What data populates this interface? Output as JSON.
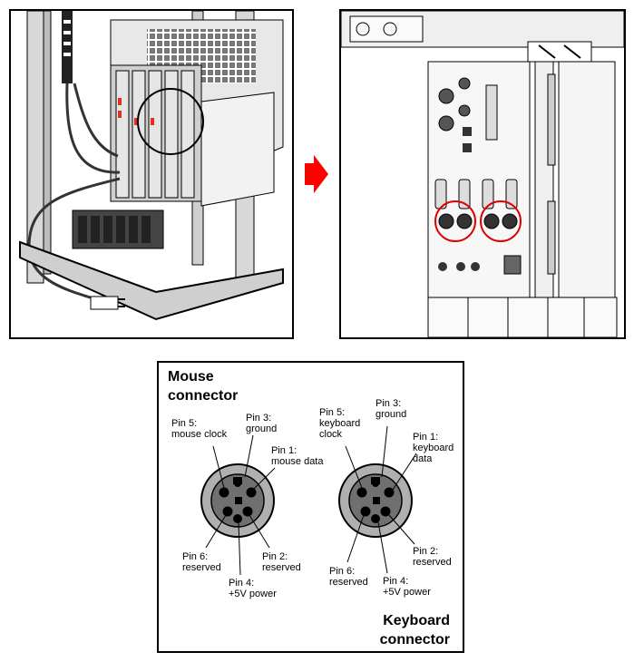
{
  "mouse_connector": {
    "title_line1": "Mouse",
    "title_line2": "connector",
    "pins": {
      "pin5": [
        "Pin 5:",
        "mouse clock"
      ],
      "pin3": [
        "Pin 3:",
        "ground"
      ],
      "pin1": [
        "Pin 1:",
        "mouse data"
      ],
      "pin6": [
        "Pin 6:",
        "reserved"
      ],
      "pin2": [
        "Pin 2:",
        "reserved"
      ],
      "pin4": [
        "Pin 4:",
        "+5V power"
      ]
    }
  },
  "keyboard_connector": {
    "title_line1": "Keyboard",
    "title_line2": "connector",
    "pins": {
      "pin5": [
        "Pin 5:",
        "keyboard",
        "clock"
      ],
      "pin3": [
        "Pin 3:",
        "ground"
      ],
      "pin1": [
        "Pin 1:",
        "keyboard",
        "data"
      ],
      "pin6": [
        "Pin 6:",
        "reserved"
      ],
      "pin2": [
        "Pin 2:",
        "reserved"
      ],
      "pin4": [
        "Pin 4:",
        "+5V power"
      ]
    }
  },
  "colors": {
    "arrow": "#ff0000",
    "highlight_circle": "#e00000",
    "connector_ring": "#b0b0b0",
    "connector_face": "#707070"
  }
}
